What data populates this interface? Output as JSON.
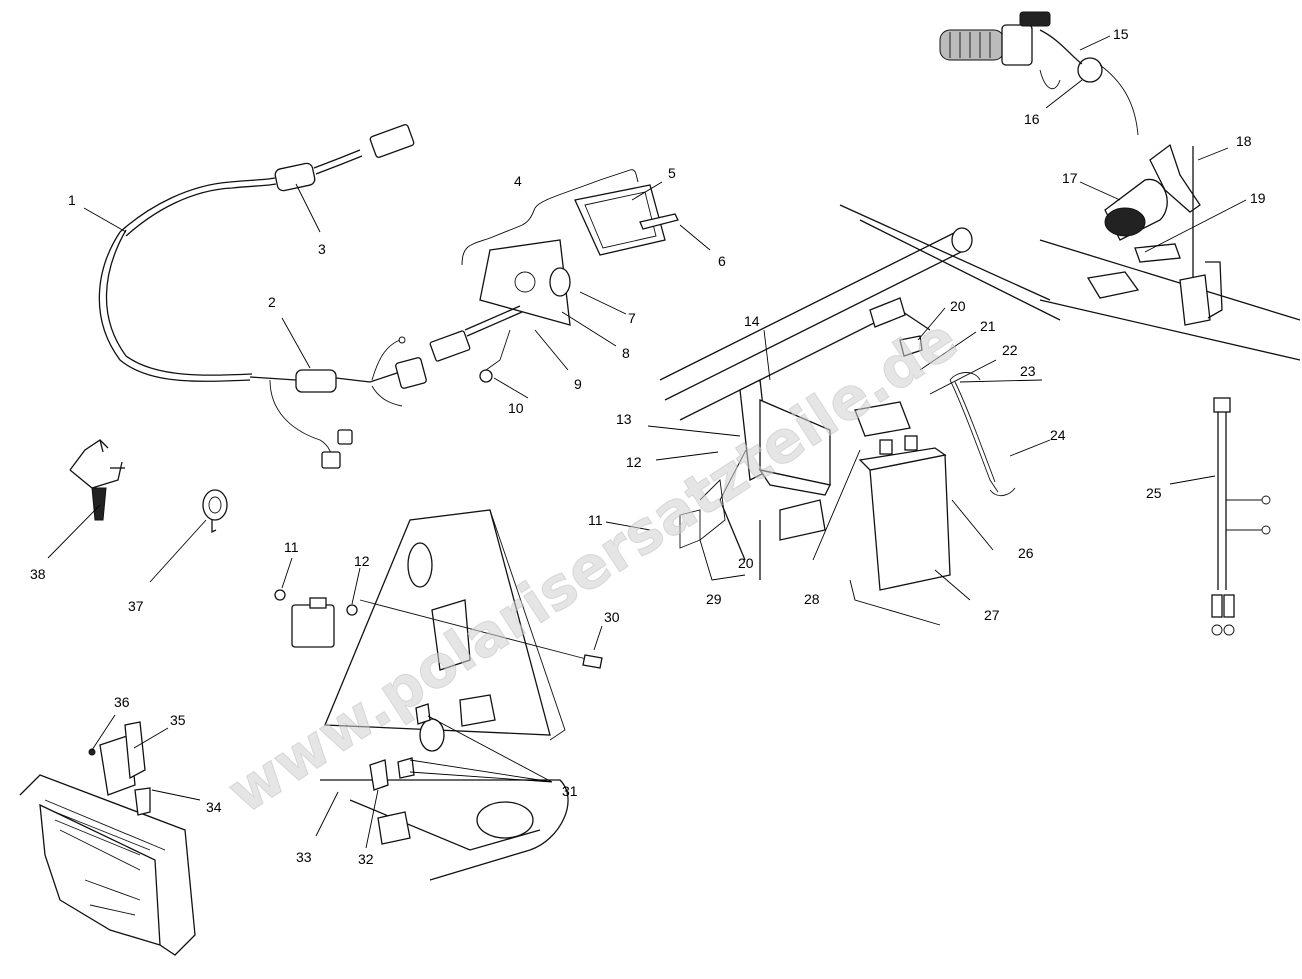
{
  "watermark": "www.polarisersatzteile.de",
  "callouts": [
    {
      "id": "c1",
      "text": "1"
    },
    {
      "id": "c2",
      "text": "2"
    },
    {
      "id": "c3",
      "text": "3"
    },
    {
      "id": "c4",
      "text": "4"
    },
    {
      "id": "c5",
      "text": "5"
    },
    {
      "id": "c6",
      "text": "6"
    },
    {
      "id": "c7",
      "text": "7"
    },
    {
      "id": "c8",
      "text": "8"
    },
    {
      "id": "c9",
      "text": "9"
    },
    {
      "id": "c10",
      "text": "10"
    },
    {
      "id": "c11a",
      "text": "11"
    },
    {
      "id": "c11b",
      "text": "11"
    },
    {
      "id": "c12a",
      "text": "12"
    },
    {
      "id": "c12b",
      "text": "12"
    },
    {
      "id": "c13",
      "text": "13"
    },
    {
      "id": "c14",
      "text": "14"
    },
    {
      "id": "c15",
      "text": "15"
    },
    {
      "id": "c16",
      "text": "16"
    },
    {
      "id": "c17",
      "text": "17"
    },
    {
      "id": "c18",
      "text": "18"
    },
    {
      "id": "c19",
      "text": "19"
    },
    {
      "id": "c20a",
      "text": "20"
    },
    {
      "id": "c20b",
      "text": "20"
    },
    {
      "id": "c21",
      "text": "21"
    },
    {
      "id": "c22",
      "text": "22"
    },
    {
      "id": "c23",
      "text": "23"
    },
    {
      "id": "c24",
      "text": "24"
    },
    {
      "id": "c25",
      "text": "25"
    },
    {
      "id": "c26",
      "text": "26"
    },
    {
      "id": "c27",
      "text": "27"
    },
    {
      "id": "c28",
      "text": "28"
    },
    {
      "id": "c29",
      "text": "29"
    },
    {
      "id": "c30",
      "text": "30"
    },
    {
      "id": "c31",
      "text": "31"
    },
    {
      "id": "c32",
      "text": "32"
    },
    {
      "id": "c33",
      "text": "33"
    },
    {
      "id": "c34",
      "text": "34"
    },
    {
      "id": "c35",
      "text": "35"
    },
    {
      "id": "c36",
      "text": "36"
    },
    {
      "id": "c37",
      "text": "37"
    },
    {
      "id": "c38",
      "text": "38"
    }
  ]
}
